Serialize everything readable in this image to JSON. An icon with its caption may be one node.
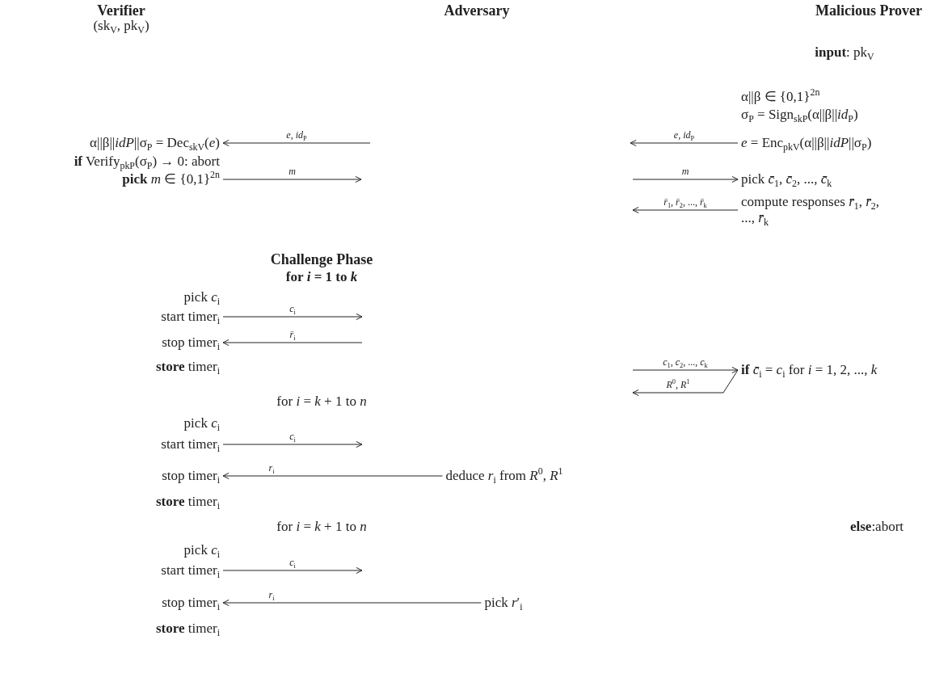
{
  "diagram": {
    "nodes": [
      {
        "text": [
          "α||β||*idP*||σ$_{P}$ = Dec$_{skV}$(*e*)"
        ]
      },
      {
        "text": [
          "**pick**  *m* ∈ {0,1}$^{2n}$"
        ]
      },
      {
        "text": [
          "*e* = Enc$_{pkV}$(α||β||*idP*||σ$_{P}$)"
        ]
      },
      {
        "text": [
          "pick *c̄*$_{1}$, *c̄*$_{2}$, ..., *c̄*$_{k}$"
        ]
      },
      {
        "text": [
          "compute responses *r̄*$_{1}$, *r̄*$_{2}$, ..., *r̄*$_{k}$"
        ]
      },
      {
        "text": [
          "start timer$_{i}$"
        ]
      },
      {
        "text": [
          "stop timer$_{i}$"
        ]
      },
      {
        "text": [
          "**if** *c̄*$_{i}$ = *c*$_{i}$ for *i* = 1, 2, ..., *k*"
        ]
      },
      {
        "text": [
          "start timer$_{i}$"
        ]
      },
      {
        "text": [
          "stop timer$_{i}$"
        ]
      },
      {
        "text": [
          "deduce *r*$_{i}$ from *R*$^{0}$, *R*$^{1}$"
        ]
      },
      {
        "text": [
          "start timer$_{i}$"
        ]
      },
      {
        "text": [
          "stop timer$_{i}$"
        ]
      },
      {
        "text": [
          "pick *r*′$_{i}$"
        ]
      }
    ],
    "edges": [
      {
        "from": 2,
        "to": null,
        "arrow": "to",
        "label": "*e*, *id*$_{P}$"
      },
      {
        "from": null,
        "to": 0,
        "arrow": "to",
        "label": "*e*, *id*$_{P}$"
      },
      {
        "from": 1,
        "to": null,
        "arrow": "to",
        "label": "*m*"
      },
      {
        "from": null,
        "to": 3,
        "arrow": "to",
        "label": "*m*"
      },
      {
        "from": 4,
        "to": null,
        "arrow": "to",
        "label": "*r̄*$_{1}$, *r̄*$_{2}$, ..., *r̄*$_{k}$"
      },
      {
        "from": 5,
        "to": null,
        "arrow": "to",
        "label": "*c*$_{i}$"
      },
      {
        "from": null,
        "to": 6,
        "arrow": "to",
        "label": "*r̄*$_{i}$"
      },
      {
        "from": null,
        "to": 7,
        "arrow": "to",
        "label": "*c*$_{1}$, *c*$_{2}$, ..., *c*$_{k}$"
      },
      {
        "from": 7,
        "to": null,
        "arrow": "to",
        "label": "*R*$^{0}$, *R*$^{1}$"
      },
      {
        "from": 8,
        "to": null,
        "arrow": "to",
        "label": "*c*$_{i}$"
      },
      {
        "from": 10,
        "to": 9,
        "arrow": "to",
        "label": "*r*$_{i}$"
      },
      {
        "from": 11,
        "to": null,
        "arrow": "to",
        "label": "*c*$_{i}$"
      },
      {
        "from": 13,
        "to": 12,
        "arrow": "to",
        "label": "*r*$_{i}$"
      }
    ],
    "labels": [
      "Verifier",
      "(sk$_{V}$, pk$_{V}$)",
      "Adversary",
      "Malicious Prover",
      "**input**: pk$_{V}$",
      "α||β ∈ {0,1}$^{2n}$",
      "σ$_{P}$ = Sign$_{skP}$(α||β||*id*$_{P}$)",
      "**if** Verify$_{pkP}$(σ$_{P}$) → 0: abort",
      "Challenge Phase",
      "**for** *i* = 1 **to** *k*",
      "pick *c*$_{i}$",
      "**store** timer$_{i}$",
      "for *i* = *k* + 1 to *n*",
      "pick *c*$_{i}$",
      "**store** timer$_{i}$",
      "for *i* = *k* + 1 to *n*",
      "pick *c*$_{i}$",
      "**store** timer$_{i}$",
      "**else**:abort"
    ]
  }
}
